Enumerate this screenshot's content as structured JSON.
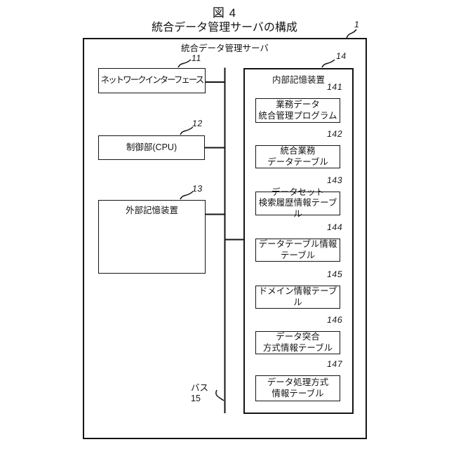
{
  "figure": {
    "title": "図 4",
    "subtitle": "統合データ管理サーバの構成",
    "ref": "1"
  },
  "outer": {
    "label": "統合データ管理サーバ"
  },
  "left_boxes": [
    {
      "ref": "11",
      "label": "ネットワークインターフェース"
    },
    {
      "ref": "12",
      "label": "制御部(CPU)"
    },
    {
      "ref": "13",
      "label": "外部記憶装置"
    }
  ],
  "inner": {
    "ref": "14",
    "label": "内部記憶装置",
    "items": [
      {
        "ref": "141",
        "label": "業務データ\n統合管理プログラム"
      },
      {
        "ref": "142",
        "label": "統合業務\nデータテーブル"
      },
      {
        "ref": "143",
        "label": "データセット\n検索履歴情報テーブル"
      },
      {
        "ref": "144",
        "label": "データテーブル情報\nテーブル"
      },
      {
        "ref": "145",
        "label": "ドメイン情報テーブル"
      },
      {
        "ref": "146",
        "label": "データ突合\n方式情報テーブル"
      },
      {
        "ref": "147",
        "label": "データ処理方式\n情報テーブル"
      }
    ]
  },
  "bus": {
    "label": "バス 15"
  },
  "colors": {
    "line": "#141414",
    "background": "#ffffff"
  }
}
